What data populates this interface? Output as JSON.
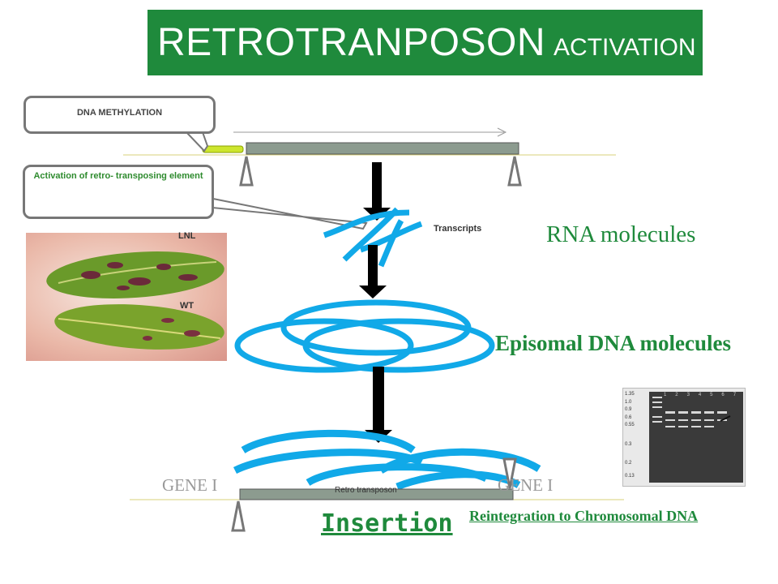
{
  "title": {
    "main": "RETROTRANPOSON",
    "sub": "ACTIVATION"
  },
  "callouts": {
    "dna_methylation": "DNA METHYLATION",
    "activation": "Activation  of  retro- transposing element"
  },
  "labels": {
    "transcripts": "Transcripts",
    "rna_molecules": "RNA molecules",
    "episomal": "Episomal DNA molecules",
    "gene_left": "GENE I",
    "gene_right": "GENE I",
    "retro_transposon": "Retro transposon",
    "insertion": "Insertion",
    "reintegration": "Reintegration to Chromosomal DNA"
  },
  "photo": {
    "lnl": "LNL",
    "wt": "WT"
  },
  "gel": {
    "ladder": [
      "1.35",
      "1.0",
      "0.9",
      "0.6",
      "0.55",
      "0.3",
      "0.2",
      "0.13"
    ],
    "lanes": [
      "1",
      "2",
      "3",
      "4",
      "5",
      "6",
      "7"
    ]
  },
  "colors": {
    "title_bg": "#1f8a3c",
    "dna_bar": "#8c9b8f",
    "loops": "#11a9e8",
    "green_text": "#1f8a3c"
  }
}
